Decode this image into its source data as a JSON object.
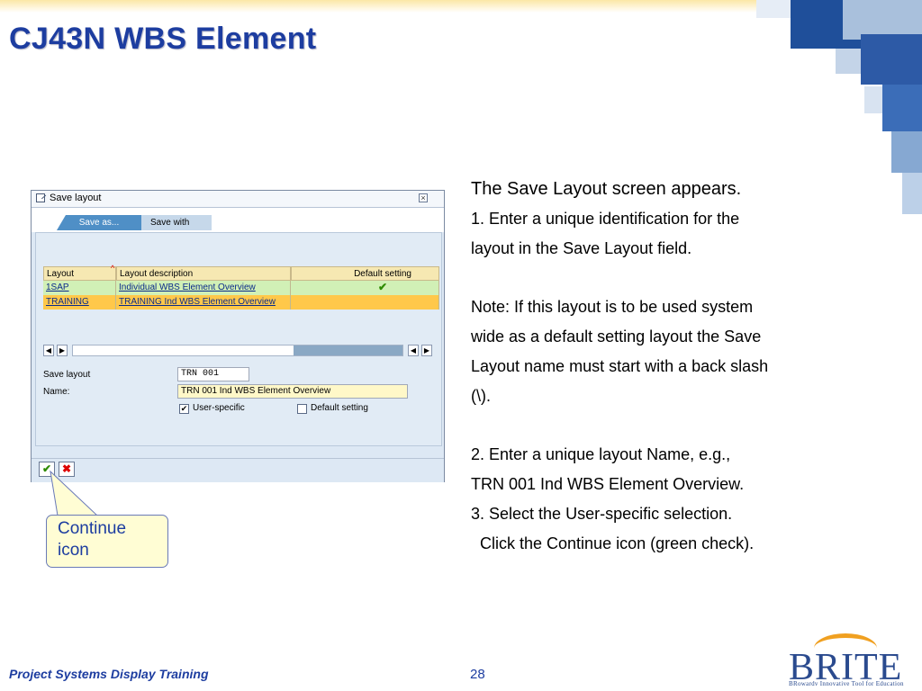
{
  "slide": {
    "title": "CJ43N WBS Element",
    "footer": "Project Systems Display Training",
    "page_number": "28",
    "logo_text": "BRITE",
    "logo_tagline": "BRowardv Innovative Tool for Education"
  },
  "dialog": {
    "title": "Save layout",
    "tabs": [
      {
        "label": "Save as..."
      },
      {
        "label": "Save with"
      }
    ],
    "table": {
      "headers": [
        "Layout",
        "Layout description",
        "Default setting"
      ],
      "rows": [
        {
          "layout": "1SAP",
          "description": "Individual WBS Element Overview",
          "default_setting": "✔"
        },
        {
          "layout": "TRAINING",
          "description": "TRAINING Ind  WBS Element Overview",
          "default_setting": ""
        }
      ]
    },
    "form": {
      "save_layout_label": "Save layout",
      "save_layout_value": "TRN 001",
      "name_label": "Name:",
      "name_value": "TRN 001 Ind  WBS Element Overview",
      "user_specific_label": "User-specific",
      "user_specific_checked": true,
      "default_setting_label": "Default setting",
      "default_setting_checked": false
    }
  },
  "callout": {
    "line1": "Continue",
    "line2": "icon"
  },
  "instructions": {
    "lines": [
      "The Save Layout screen appears.",
      "1.  Enter a unique identification for the",
      "layout in the Save Layout field.",
      "Note:  If this layout is to be used system",
      "wide as a default setting layout the Save",
      "Layout name must start with a back slash",
      "(\\).",
      "2.  Enter a unique layout Name, e.g.,",
      "TRN 001 Ind WBS Element Overview.",
      "3.  Select the User-specific selection.",
      "  Click the Continue icon (green check)."
    ]
  },
  "colors": {
    "title_blue": "#1d3da0",
    "sap_tab_active": "#4f8fc6",
    "row_selected": "#ffc84a",
    "row_default": "#d1f0b6",
    "callout_bg": "#fffdd4"
  }
}
